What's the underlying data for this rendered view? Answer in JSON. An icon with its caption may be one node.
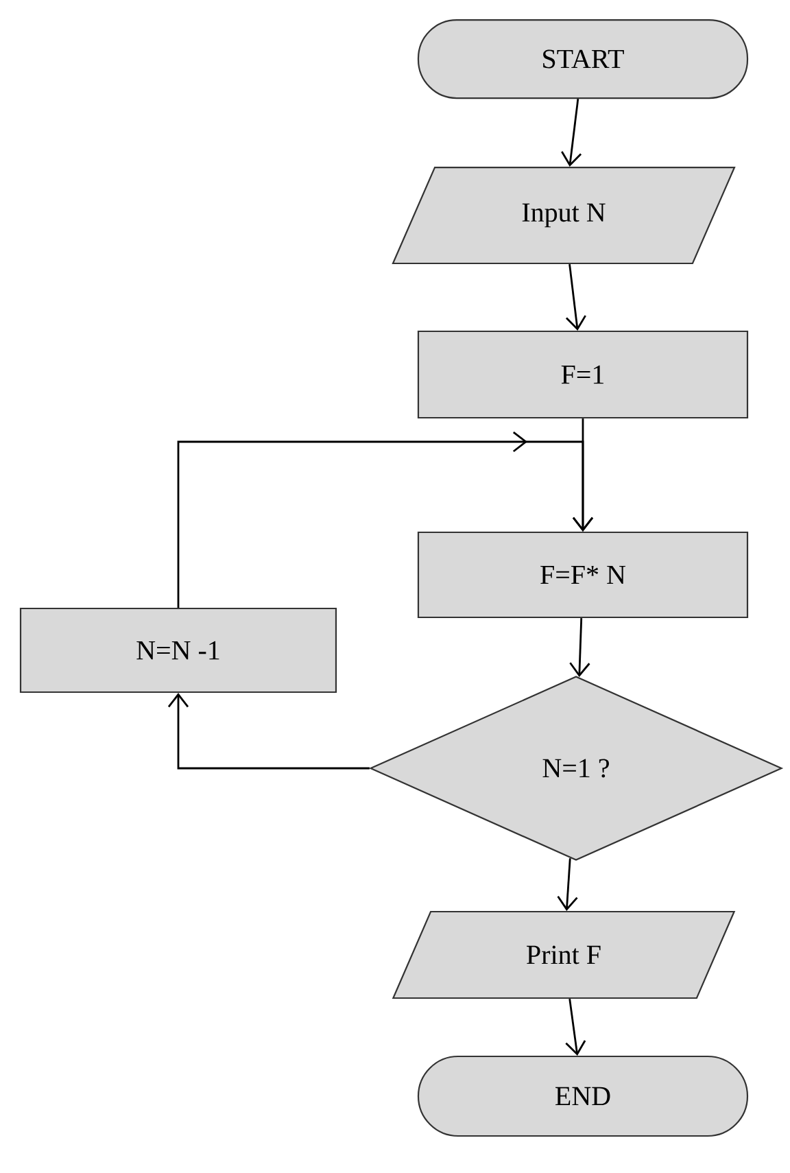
{
  "diagram": {
    "nodes": [
      {
        "text": [
          "START"
        ]
      },
      {
        "text": [
          "Input N"
        ]
      },
      {
        "text": [
          "F=1"
        ]
      },
      {
        "text": [
          "F=F* N"
        ]
      },
      {
        "text": [
          "N=N -1"
        ]
      },
      {
        "text": [
          "N=1 ?"
        ]
      },
      {
        "text": [
          "Print F"
        ]
      },
      {
        "text": [
          "END"
        ]
      }
    ],
    "edges": [
      {
        "from": 0,
        "to": 1,
        "arrow": "to"
      },
      {
        "from": 1,
        "to": 2,
        "arrow": "to"
      },
      {
        "from": 2,
        "to": 3,
        "arrow": "to"
      },
      {
        "from": 3,
        "to": 5,
        "arrow": "to"
      },
      {
        "from": 5,
        "to": 4,
        "arrow": "to"
      },
      {
        "from": 4,
        "to": 3,
        "arrow": "to"
      },
      {
        "from": 5,
        "to": 6,
        "arrow": "to"
      },
      {
        "from": 6,
        "to": 7,
        "arrow": "to"
      }
    ]
  }
}
